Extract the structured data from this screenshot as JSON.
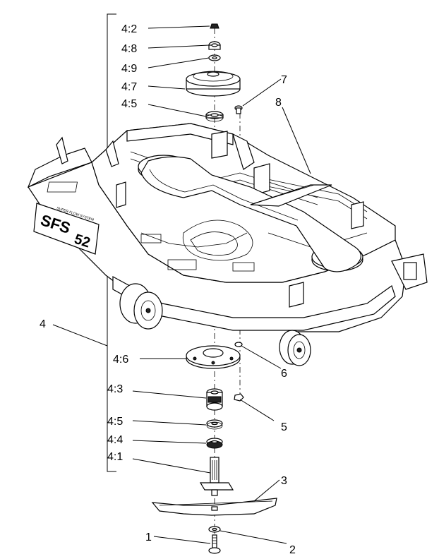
{
  "callouts": {
    "c_4_2": "4:2",
    "c_4_8": "4:8",
    "c_4_9": "4:9",
    "c_4_7": "4:7",
    "c_4_5_top": "4:5",
    "c_7": "7",
    "c_8": "8",
    "c_4": "4",
    "c_4_6": "4:6",
    "c_6": "6",
    "c_4_3": "4:3",
    "c_4_5_bottom": "4:5",
    "c_5": "5",
    "c_4_4": "4:4",
    "c_4_1": "4:1",
    "c_3": "3",
    "c_1": "1",
    "c_2": "2"
  },
  "decals": {
    "brand_logo": "SFS",
    "deck_size": "52",
    "system_name": "SUPER FLOW SYSTEM"
  }
}
